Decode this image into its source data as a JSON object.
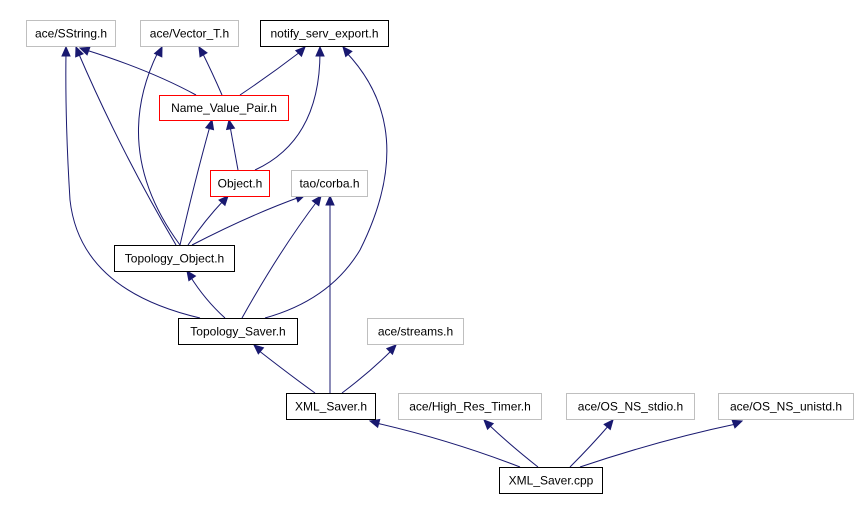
{
  "colors": {
    "edge": "#191970",
    "border_grey": "#bfbfbf",
    "border_black": "#000000",
    "border_red": "#ff0000",
    "focus_fill": "#000000",
    "focus_text": "#ffffff"
  },
  "nodes": [
    {
      "id": "sstring",
      "label": "ace/SString.h",
      "style": "grey"
    },
    {
      "id": "vector_t",
      "label": "ace/Vector_T.h",
      "style": "grey"
    },
    {
      "id": "notify_export",
      "label": "notify_serv_export.h",
      "style": "black"
    },
    {
      "id": "name_value_pair",
      "label": "Name_Value_Pair.h",
      "style": "red"
    },
    {
      "id": "object",
      "label": "Object.h",
      "style": "red"
    },
    {
      "id": "tao_corba",
      "label": "tao/corba.h",
      "style": "grey"
    },
    {
      "id": "topology_object",
      "label": "Topology_Object.h",
      "style": "black"
    },
    {
      "id": "topology_saver",
      "label": "Topology_Saver.h",
      "style": "black"
    },
    {
      "id": "streams",
      "label": "ace/streams.h",
      "style": "grey"
    },
    {
      "id": "xml_saver_h",
      "label": "XML_Saver.h",
      "style": "black"
    },
    {
      "id": "high_res_timer",
      "label": "ace/High_Res_Timer.h",
      "style": "grey"
    },
    {
      "id": "os_ns_stdio",
      "label": "ace/OS_NS_stdio.h",
      "style": "grey"
    },
    {
      "id": "os_ns_unistd",
      "label": "ace/OS_NS_unistd.h",
      "style": "grey"
    },
    {
      "id": "xml_saver_cpp",
      "label": "XML_Saver.cpp",
      "style": "focus"
    }
  ],
  "edges": [
    {
      "from": "name_value_pair",
      "to": "sstring"
    },
    {
      "from": "name_value_pair",
      "to": "vector_t"
    },
    {
      "from": "name_value_pair",
      "to": "notify_export"
    },
    {
      "from": "object",
      "to": "name_value_pair"
    },
    {
      "from": "object",
      "to": "notify_export"
    },
    {
      "from": "topology_object",
      "to": "sstring"
    },
    {
      "from": "topology_object",
      "to": "vector_t"
    },
    {
      "from": "topology_object",
      "to": "name_value_pair"
    },
    {
      "from": "topology_object",
      "to": "object"
    },
    {
      "from": "topology_object",
      "to": "tao_corba"
    },
    {
      "from": "topology_saver",
      "to": "topology_object"
    },
    {
      "from": "topology_saver",
      "to": "sstring"
    },
    {
      "from": "topology_saver",
      "to": "tao_corba"
    },
    {
      "from": "topology_saver",
      "to": "notify_export"
    },
    {
      "from": "xml_saver_h",
      "to": "topology_saver"
    },
    {
      "from": "xml_saver_h",
      "to": "streams"
    },
    {
      "from": "xml_saver_h",
      "to": "tao_corba"
    },
    {
      "from": "xml_saver_cpp",
      "to": "xml_saver_h"
    },
    {
      "from": "xml_saver_cpp",
      "to": "high_res_timer"
    },
    {
      "from": "xml_saver_cpp",
      "to": "os_ns_stdio"
    },
    {
      "from": "xml_saver_cpp",
      "to": "os_ns_unistd"
    }
  ]
}
